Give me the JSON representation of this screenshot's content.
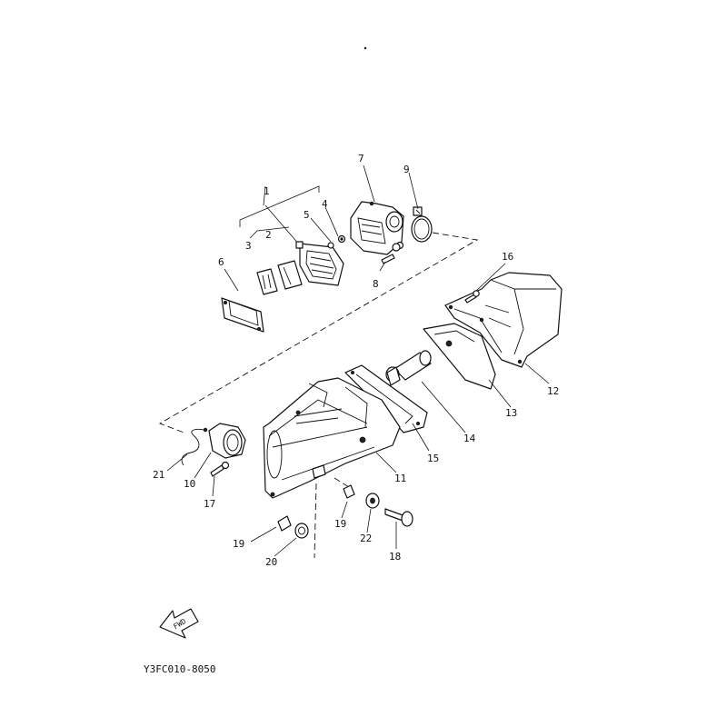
{
  "diagram": {
    "callouts": [
      "1",
      "2",
      "3",
      "4",
      "5",
      "6",
      "7",
      "8",
      "9",
      "10",
      "11",
      "12",
      "13",
      "14",
      "15",
      "16",
      "17",
      "18",
      "19",
      "19",
      "20",
      "21",
      "22"
    ],
    "fwd_label": "FWD",
    "code": "Y3FC010-8050"
  }
}
